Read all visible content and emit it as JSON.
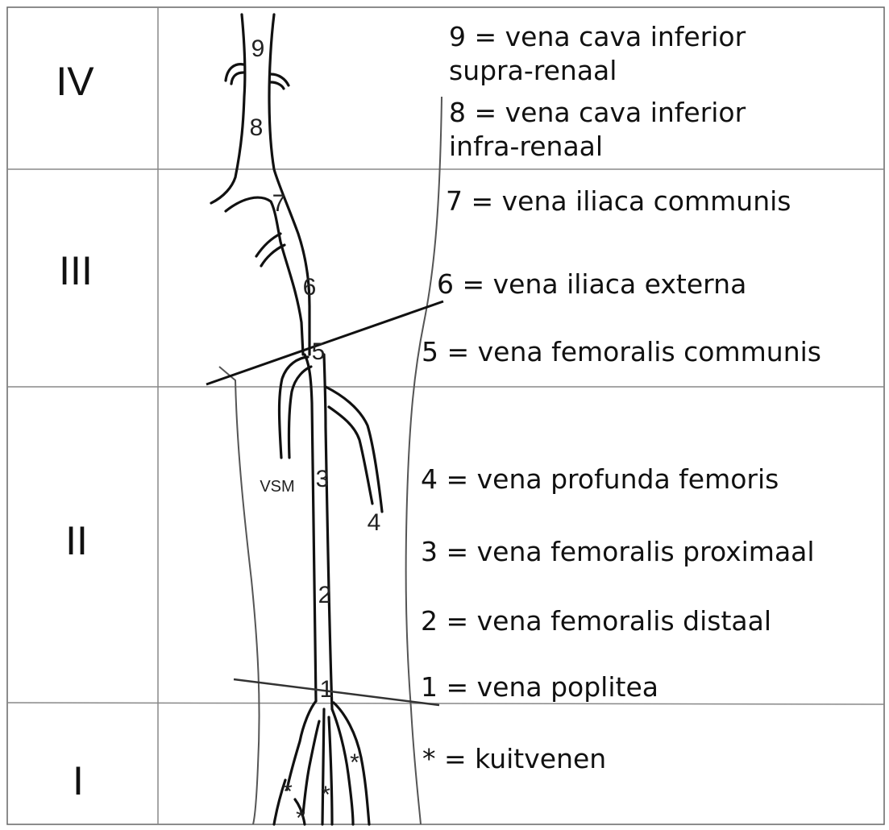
{
  "segments": [
    "IV",
    "III",
    "II",
    "I"
  ],
  "vein_numbers": [
    "9",
    "8",
    "7",
    "6",
    "5",
    "4",
    "3",
    "2",
    "1"
  ],
  "vsm_label": "VSM",
  "calf_marker": "*",
  "legend": [
    {
      "line1": "9 = vena cava inferior",
      "line2": "supra-renaal"
    },
    {
      "line1": "8 = vena cava inferior",
      "line2": "infra-renaal"
    },
    {
      "line1": "7 = vena iliaca communis"
    },
    {
      "line1": "6 = vena iliaca externa"
    },
    {
      "line1": "5 = vena femoralis communis"
    },
    {
      "line1": "4 = vena profunda femoris"
    },
    {
      "line1": "3 = vena femoralis proximaal"
    },
    {
      "line1": "2 = vena femoralis distaal"
    },
    {
      "line1": "1 = vena poplitea"
    },
    {
      "line1": "* = kuitvenen"
    }
  ]
}
